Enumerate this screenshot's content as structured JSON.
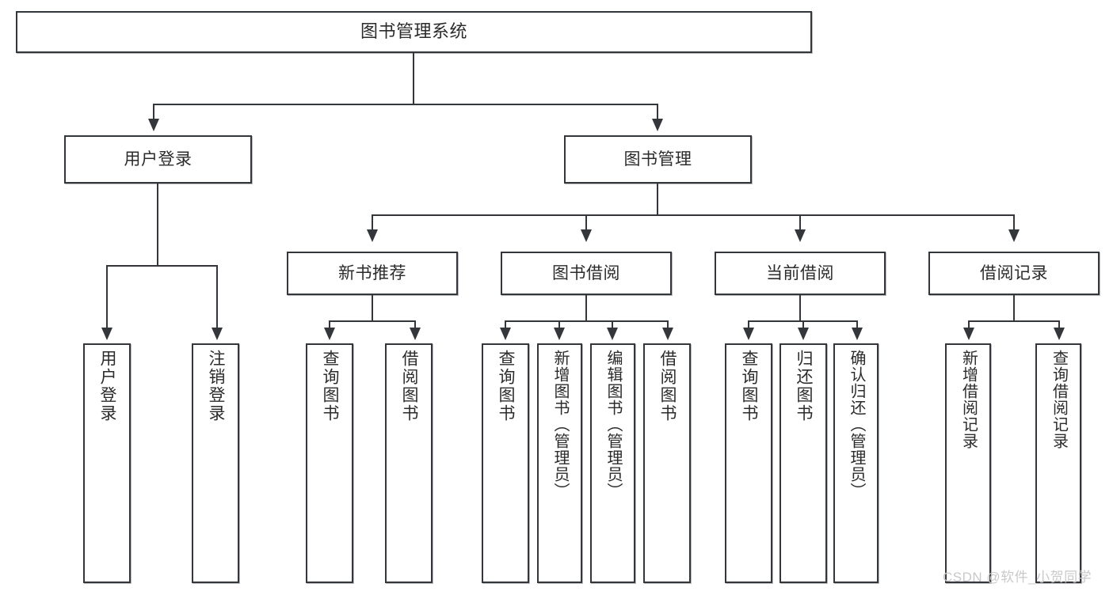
{
  "diagram": {
    "title": "图书管理系统",
    "type": "tree-hierarchy",
    "root": {
      "label": "图书管理系统"
    },
    "level2": [
      {
        "label": "用户登录"
      },
      {
        "label": "图书管理"
      }
    ],
    "level3": [
      {
        "label": "新书推荐"
      },
      {
        "label": "图书借阅"
      },
      {
        "label": "当前借阅"
      },
      {
        "label": "借阅记录"
      }
    ],
    "leaves": {
      "user_login": [
        {
          "label": "用户登录"
        },
        {
          "label": "注销登录"
        }
      ],
      "new_book_recommend": [
        {
          "label": "查询图书"
        },
        {
          "label": "借阅图书"
        }
      ],
      "book_borrow": [
        {
          "label": "查询图书"
        },
        {
          "label": "新增图书（管理员）"
        },
        {
          "label": "编辑图书（管理员）"
        },
        {
          "label": "借阅图书"
        }
      ],
      "current_borrow": [
        {
          "label": "查询图书"
        },
        {
          "label": "归还图书"
        },
        {
          "label": "确认归还（管理员）"
        }
      ],
      "borrow_record": [
        {
          "label": "新增借阅记录"
        },
        {
          "label": "查询借阅记录"
        }
      ]
    }
  },
  "watermark": {
    "text": "CSDN @软件_小贺同学"
  },
  "colors": {
    "stroke": "#33363a",
    "text": "#2b2b2b",
    "background": "#ffffff",
    "watermark": "#c9c9c9"
  }
}
